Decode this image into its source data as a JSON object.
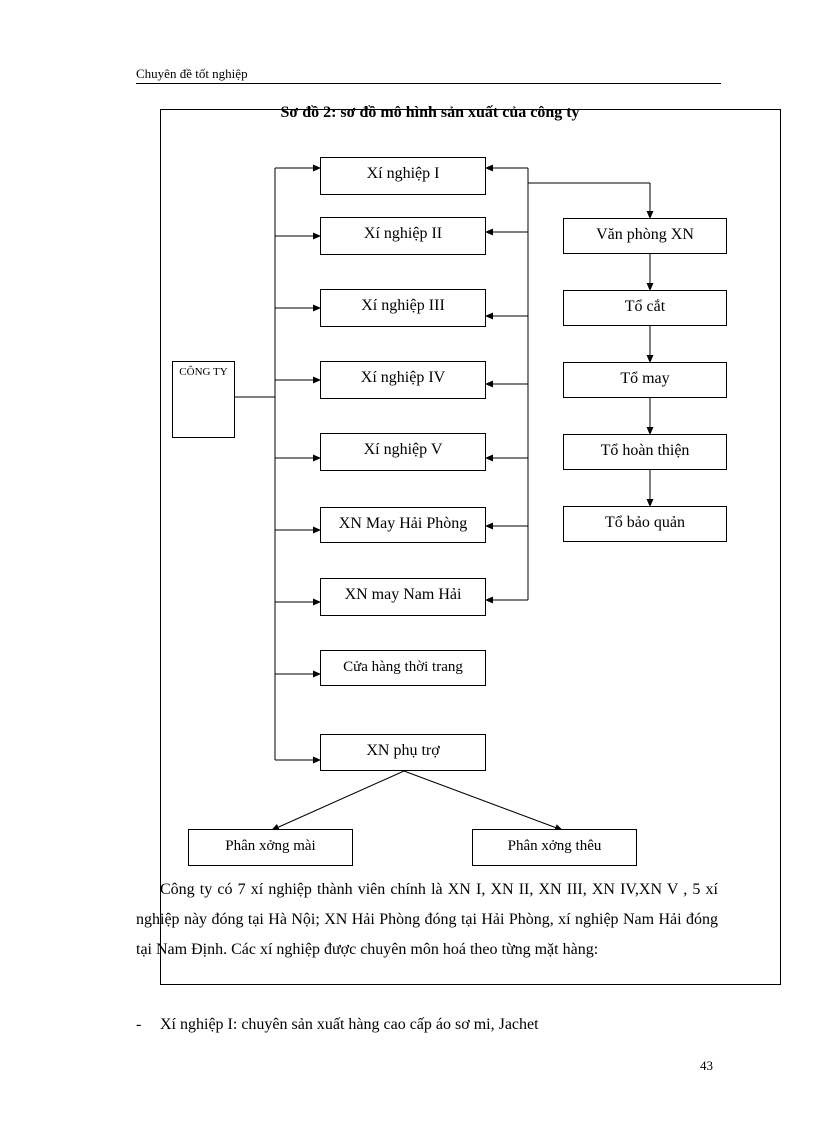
{
  "header": {
    "text": "Chuyên  đề tốt nghiệp"
  },
  "diagram": {
    "title": "Sơ đồ 2: sơ đồ mô hình sản xuất của công ty",
    "company": "CÔNG TY",
    "units": [
      "Xí nghiệp I",
      "Xí nghiệp II",
      "Xí nghiệp III",
      "Xí nghiệp IV",
      "Xí nghiệp V",
      "XN May Hải Phòng",
      "XN may Nam Hải",
      "Cửa hàng thời trang",
      "XN phụ trợ"
    ],
    "process": [
      "Văn phòng XN",
      "Tổ cắt",
      "Tổ may",
      "Tổ hoàn thiện",
      "Tổ bảo quản"
    ],
    "workshops": [
      "Phân xởng   mài",
      "Phân xởng   thêu"
    ]
  },
  "body": {
    "paragraph": "Công ty có 7 xí nghiệp thành viên chính là XN I, XN II, XN III, XN IV,XN V , 5 xí nghiệp này đóng tại Hà Nội; XN Hải Phòng đóng tại Hải Phòng, xí nghiệp Nam Hải đóng tại Nam Định. Các xí nghiệp được chuyên môn hoá theo từng mặt hàng:",
    "bullet_marker": "-",
    "bullet": "Xí nghiệp I: chuyên sản xuất hàng cao cấp áo sơ mi, Jachet"
  },
  "page_number": "43"
}
